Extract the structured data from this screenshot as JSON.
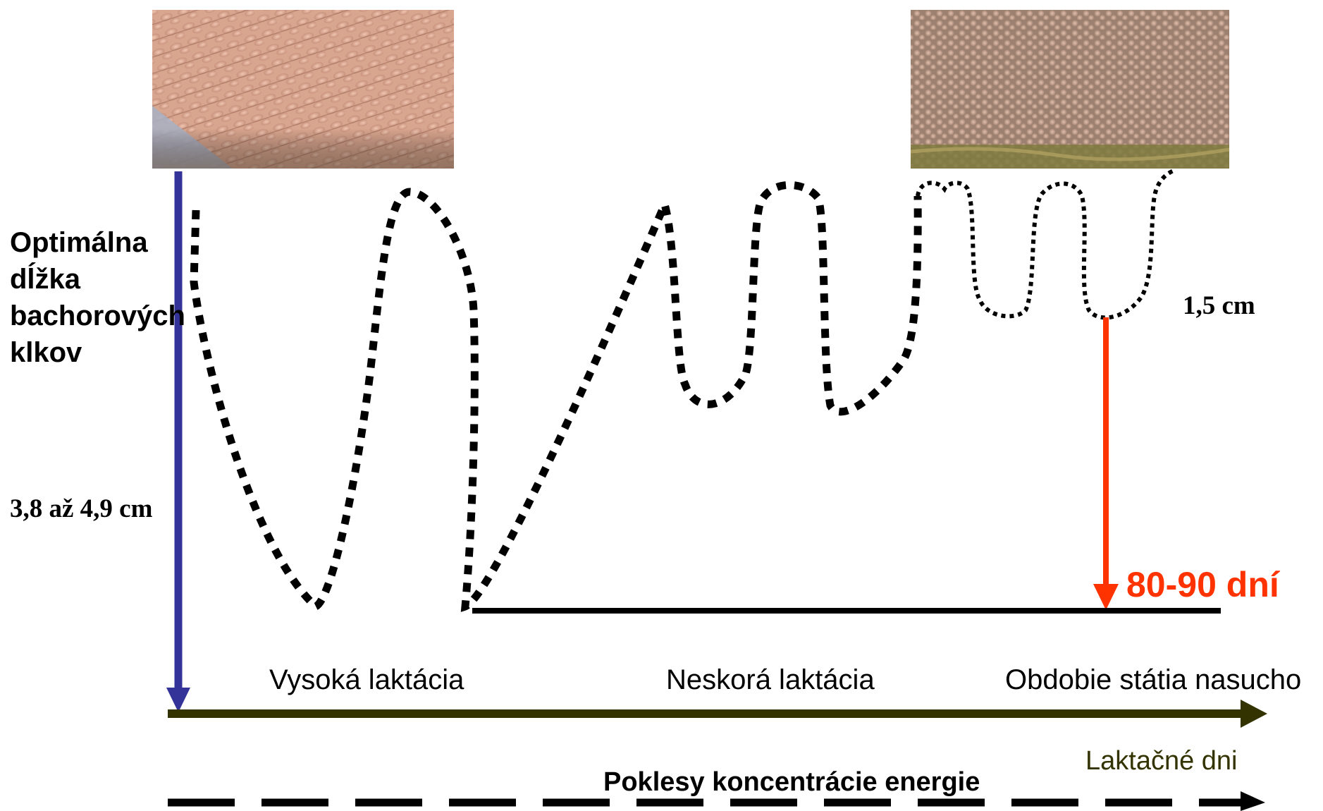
{
  "y_label_lines": [
    "Optimálna",
    "dĺžka",
    "bachorových",
    "klkov"
  ],
  "start_length": "3,8 až 4,9 cm",
  "end_length": "1,5 cm",
  "days_label": "80-90 dní",
  "phases": [
    "Vysoká laktácia",
    "Neskorá laktácia",
    "Obdobie státia nasucho"
  ],
  "x_axis_label": "Laktačné dni",
  "energy_label": "Poklesy koncentrácie energie",
  "photos": [
    "long-rumen-papillae-photo",
    "short-rumen-papillae-photo"
  ],
  "colors": {
    "left_arrow": "#333399",
    "red_arrow": "#ff3300",
    "days_text": "#ff3300",
    "axis_arrow": "#333300",
    "curve": "#000000"
  }
}
